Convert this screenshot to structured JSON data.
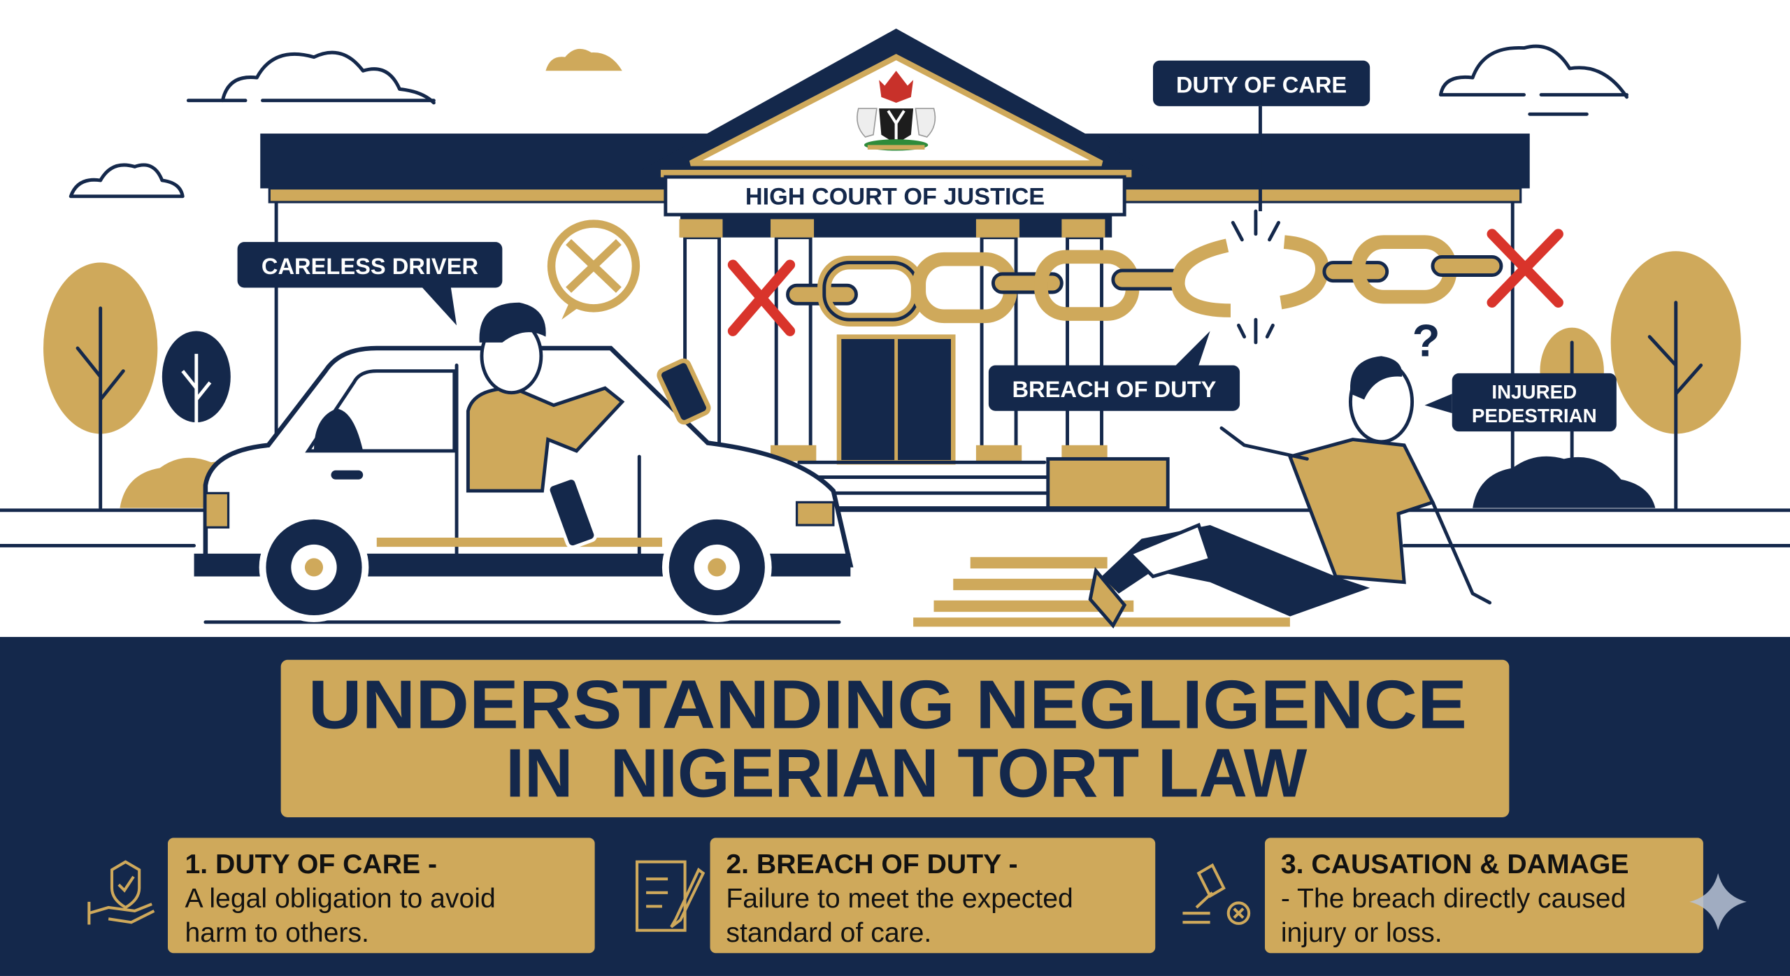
{
  "colors": {
    "navy": "#14284b",
    "gold": "#cfa95b",
    "red": "#d9342b",
    "white": "#ffffff"
  },
  "scene": {
    "court_sign": "HIGH COURT OF JUSTICE",
    "labels": {
      "careless_driver": "CARELESS DRIVER",
      "duty_of_care": "DUTY OF CARE",
      "breach_of_duty": "BREACH OF DUTY",
      "injured_pedestrian_line1": "INJURED",
      "injured_pedestrian_line2": "PEDESTRIAN"
    }
  },
  "title": {
    "line1": "UNDERSTANDING NEGLIGENCE",
    "line2": "IN  NIGERIAN TORT LAW"
  },
  "cards": [
    {
      "icon": "hand-shield-check-icon",
      "heading": "1. DUTY OF CARE -",
      "body1": "A legal obligation to avoid",
      "body2": "harm to others."
    },
    {
      "icon": "document-pen-icon",
      "heading": "2. BREACH OF DUTY -",
      "body1": "Failure to meet the expected",
      "body2": "standard of care."
    },
    {
      "icon": "gavel-x-icon",
      "heading": "3. CAUSATION & DAMAGE",
      "body1": "- The breach directly caused",
      "body2": "injury or loss."
    }
  ]
}
